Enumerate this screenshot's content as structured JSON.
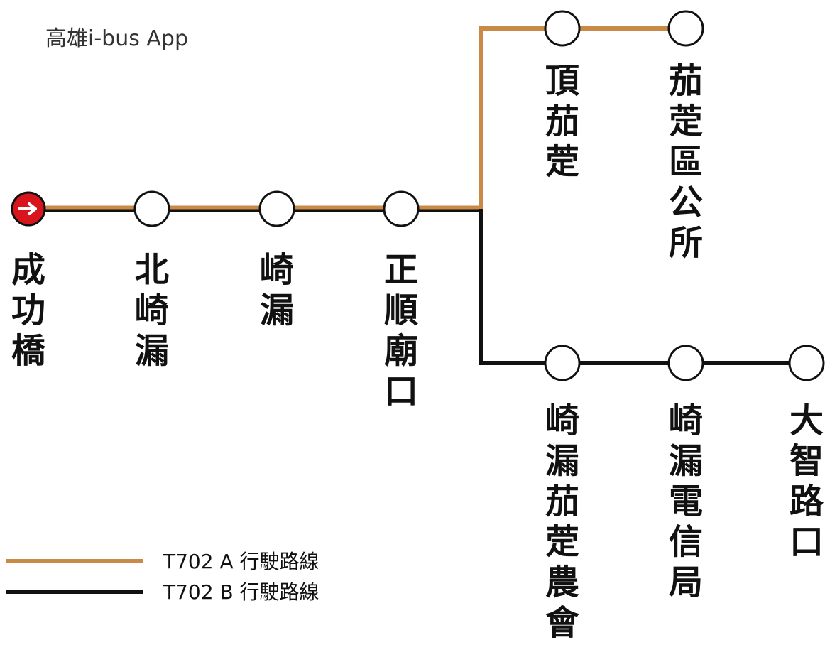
{
  "app_label": "高雄i-bus App",
  "colors": {
    "route_a": "#c98a48",
    "route_b": "#111111",
    "start_marker": "#d8141c",
    "stop_fill": "#ffffff",
    "stop_stroke": "#111111"
  },
  "routes": {
    "trunk": [
      {
        "id": "chenggongqiao",
        "name": "成功橋",
        "is_start": true,
        "start_icon": "right-arrow-icon"
      },
      {
        "id": "beiqilou",
        "name": "北崎漏"
      },
      {
        "id": "qilou",
        "name": "崎漏"
      },
      {
        "id": "zhengshunmiaokou",
        "name": "正順廟口"
      }
    ],
    "branch_a": [
      {
        "id": "dingjiadong",
        "name": "頂茄萣"
      },
      {
        "id": "jiading-district-office",
        "name": "茄萣區公所"
      }
    ],
    "branch_b": [
      {
        "id": "qilou-jiading-farmers",
        "name": "崎漏茄萣農會"
      },
      {
        "id": "qilou-telecom",
        "name": "崎漏電信局"
      },
      {
        "id": "dazhi-road-junction",
        "name": "大智路口"
      }
    ]
  },
  "legend": [
    {
      "id": "route-a",
      "label": "T702 A 行駛路線",
      "color": "#c98a48"
    },
    {
      "id": "route-b",
      "label": "T702 B 行駛路線",
      "color": "#111111"
    }
  ]
}
